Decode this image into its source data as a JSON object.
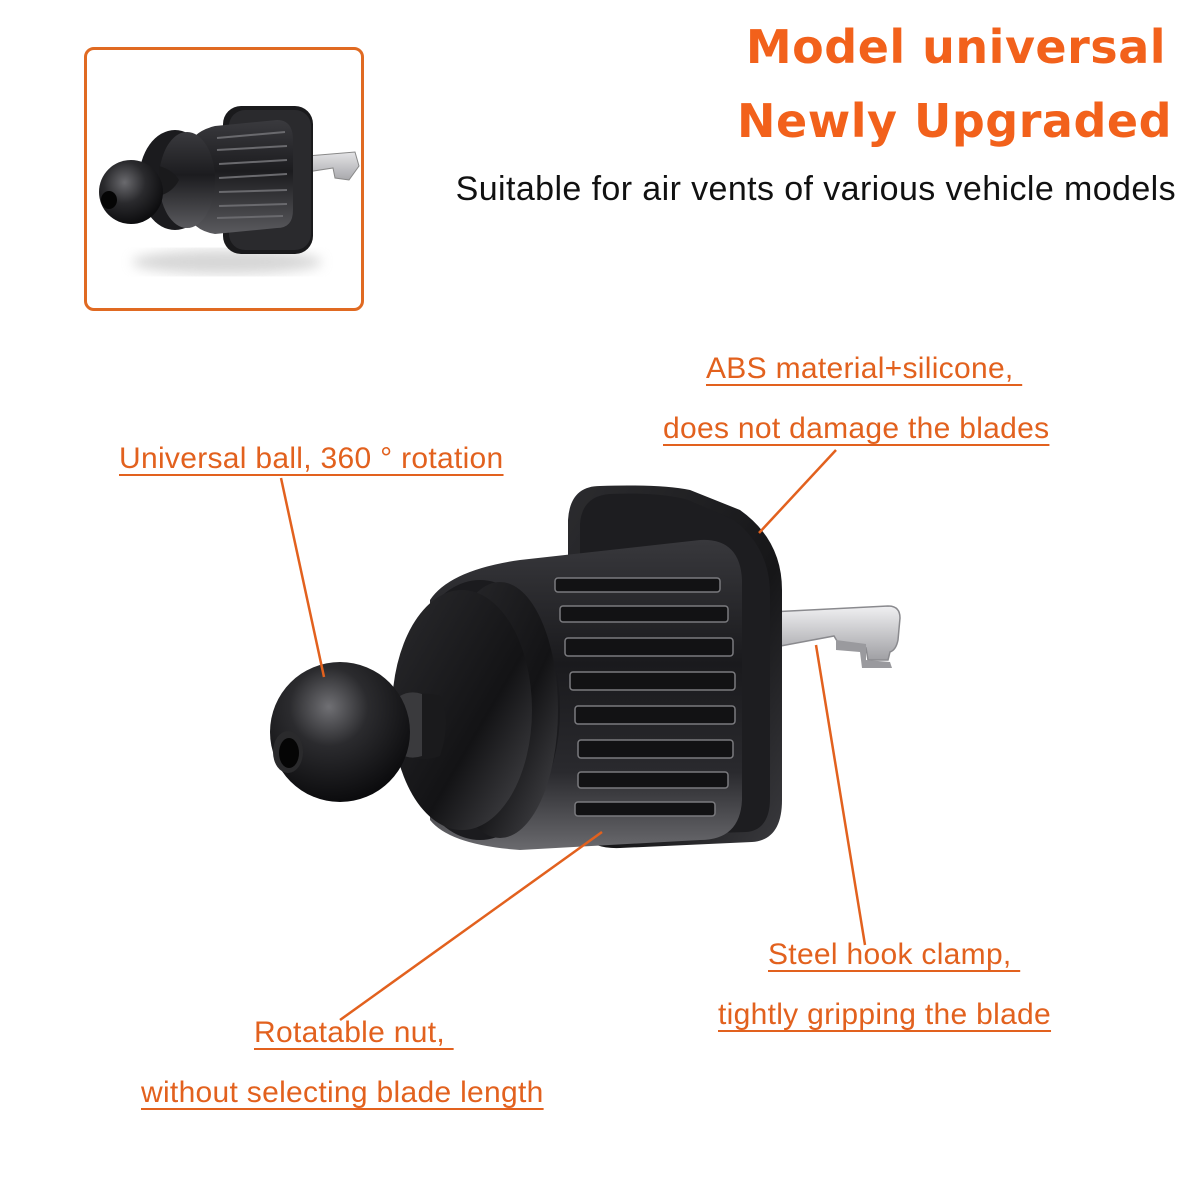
{
  "header": {
    "title_line1": "Model universal",
    "title_line2": "Newly Upgraded",
    "subtitle": "Suitable for air vents of various vehicle models"
  },
  "thumbnail": {
    "icon": "car-vent-mount-clip-icon",
    "frame_color": "#e06a22"
  },
  "callouts": {
    "ball": {
      "line1": "Universal ball, 360 ° rotation"
    },
    "material": {
      "line1": "ABS material+silicone, ",
      "line2": "does not damage the blades"
    },
    "hook": {
      "line1": "Steel hook clamp, ",
      "line2": "tightly gripping the blade"
    },
    "nut": {
      "line1": "Rotatable nut, ",
      "line2": "without selecting blade length"
    }
  },
  "colors": {
    "accent": "#f2611b",
    "callout_text": "#e2611e",
    "body_text": "#111111",
    "product_dark": "#1b1b1d",
    "hook_metal": "#c9c9cc"
  }
}
